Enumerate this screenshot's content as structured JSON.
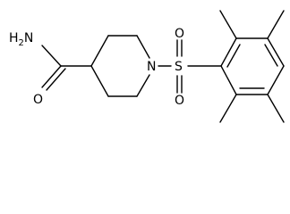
{
  "molecule": {
    "atoms": {
      "amide_n": {
        "symbol": "N",
        "hydrogens": "H",
        "h_count": "2"
      },
      "amide_o": {
        "symbol": "O"
      },
      "ring_n": {
        "symbol": "N"
      },
      "sulfur": {
        "symbol": "S"
      },
      "sulfonyl_o_top": {
        "symbol": "O"
      },
      "sulfonyl_o_bottom": {
        "symbol": "O"
      }
    }
  }
}
